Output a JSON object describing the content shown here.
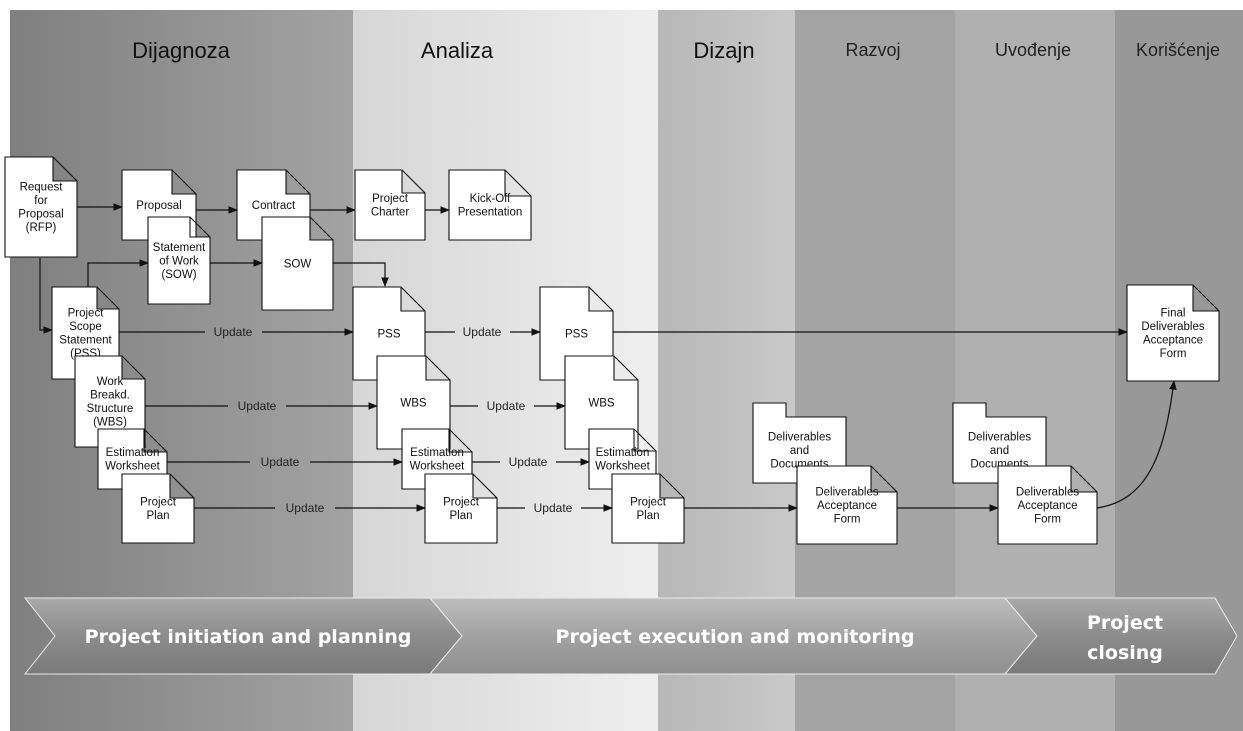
{
  "phases": [
    "Dijagnoza",
    "Analiza",
    "Dizajn",
    "Razvoj",
    "Uvođenje",
    "Korišćenje"
  ],
  "colors": {
    "band_dark": "#8e8e8e",
    "band_light": "#dcdcdc",
    "doc_fill": "#ffffff",
    "line": "#111111",
    "chevron": "#8a8a8a",
    "chevron_text": "#ffffff"
  },
  "documents": {
    "rfp": [
      "Request",
      "for",
      "Proposal",
      "(RFP)"
    ],
    "proposal": [
      "Proposal"
    ],
    "contract": [
      "Contract"
    ],
    "project_charter": [
      "Project",
      "Charter"
    ],
    "kickoff": [
      "Kick-Off",
      "Presentation"
    ],
    "sow_statement": [
      "Statement",
      "of Work",
      "(SOW)"
    ],
    "sow": [
      "SOW"
    ],
    "pss_initial": [
      "Project",
      "Scope",
      "Statement",
      "(PSS)"
    ],
    "wbs_initial": [
      "Work",
      "Breakd.",
      "Structure",
      "(WBS)"
    ],
    "estimation_initial": [
      "Estimation",
      "Worksheet"
    ],
    "plan_initial": [
      "Project",
      "Plan"
    ],
    "pss_2": [
      "PSS"
    ],
    "wbs_2": [
      "WBS"
    ],
    "estimation_2": [
      "Estimation",
      "Worksheet"
    ],
    "plan_2": [
      "Project",
      "Plan"
    ],
    "pss_3": [
      "PSS"
    ],
    "wbs_3": [
      "WBS"
    ],
    "estimation_3": [
      "Estimation",
      "Worksheet"
    ],
    "plan_3": [
      "Project",
      "Plan"
    ],
    "deliverables_1": [
      "Deliverables",
      "and",
      "Documents"
    ],
    "acceptance_1": [
      "Deliverables",
      "Acceptance",
      "Form"
    ],
    "deliverables_2": [
      "Deliverables",
      "and",
      "Documents"
    ],
    "acceptance_2": [
      "Deliverables",
      "Acceptance",
      "Form"
    ],
    "final_acceptance": [
      "Final",
      "Deliverables",
      "Acceptance",
      "Form"
    ]
  },
  "edge_label": "Update",
  "stages": {
    "initiation": [
      "Project initiation and planning"
    ],
    "execution": [
      "Project execution and monitoring"
    ],
    "closing": [
      "Project",
      "closing"
    ]
  }
}
